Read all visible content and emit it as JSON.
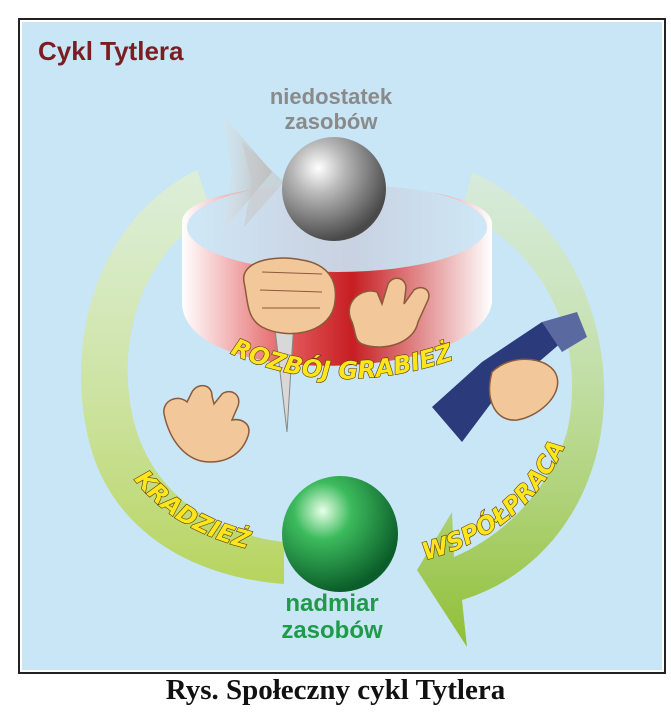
{
  "diagram": {
    "title": "Cykl Tytlera",
    "top_label_line1": "niedostatek",
    "top_label_line2": "zasobów",
    "bottom_label_line1": "nadmiar",
    "bottom_label_line2": "zasobów",
    "ring_label": "ROZBÓJ GRABIEŻ",
    "left_arrow_label": "KRADZIEŻ",
    "right_arrow_label": "WSPÓŁPRACA"
  },
  "caption": "Rys. Społeczny cykl Tytlera",
  "colors": {
    "title": "#7a1e22",
    "background": "#c9e6f6",
    "ring": "#d42a2a",
    "left_arrow": "#c8dc6e",
    "right_arrow": "#9cc83c",
    "sphere_top": "#8a8a8a",
    "sphere_bottom": "#1f9a48",
    "label_text": "#ffe51c"
  },
  "icons": [
    "knife-icon",
    "fist-icon",
    "open-hand-icon",
    "handshake-icon"
  ]
}
